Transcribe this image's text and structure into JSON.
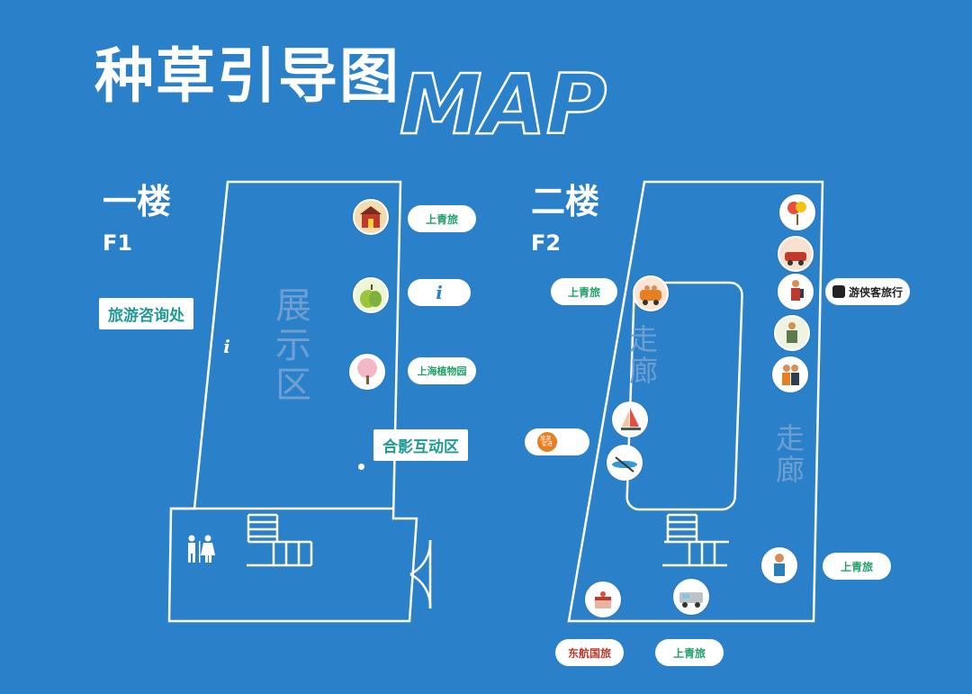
{
  "header": {
    "title_cn": "种草引导图",
    "title_en": "MAP"
  },
  "floor1": {
    "name_cn": "一楼",
    "name_en": "F1",
    "zone_label": "展示区",
    "info_desk_label": "旅游咨询处",
    "photo_area_label": "合影互动区",
    "info_glyph": "i",
    "partners": [
      {
        "icon": "house-illustration-icon",
        "logo_text": "上青旅"
      },
      {
        "icon": "pear-illustration-icon",
        "logo_text": "i"
      },
      {
        "icon": "blossom-tree-illustration-icon",
        "logo_text": "上海植物园"
      }
    ]
  },
  "floor2": {
    "name_cn": "二楼",
    "name_en": "F2",
    "corridor_label": "走廊",
    "corridor_label_right": "走廊",
    "left_logos": [
      "上青旅",
      "旅游 · 促进",
      "东航国旅",
      "上青旅"
    ],
    "right_logos": [
      "游侠客旅行",
      "上青旅"
    ]
  },
  "colors": {
    "background": "#2a80c9",
    "line": "#ffffff",
    "accent_green": "#21a16a",
    "callout_text": "#1f9a94",
    "zone_text": "#6f9fd0"
  }
}
